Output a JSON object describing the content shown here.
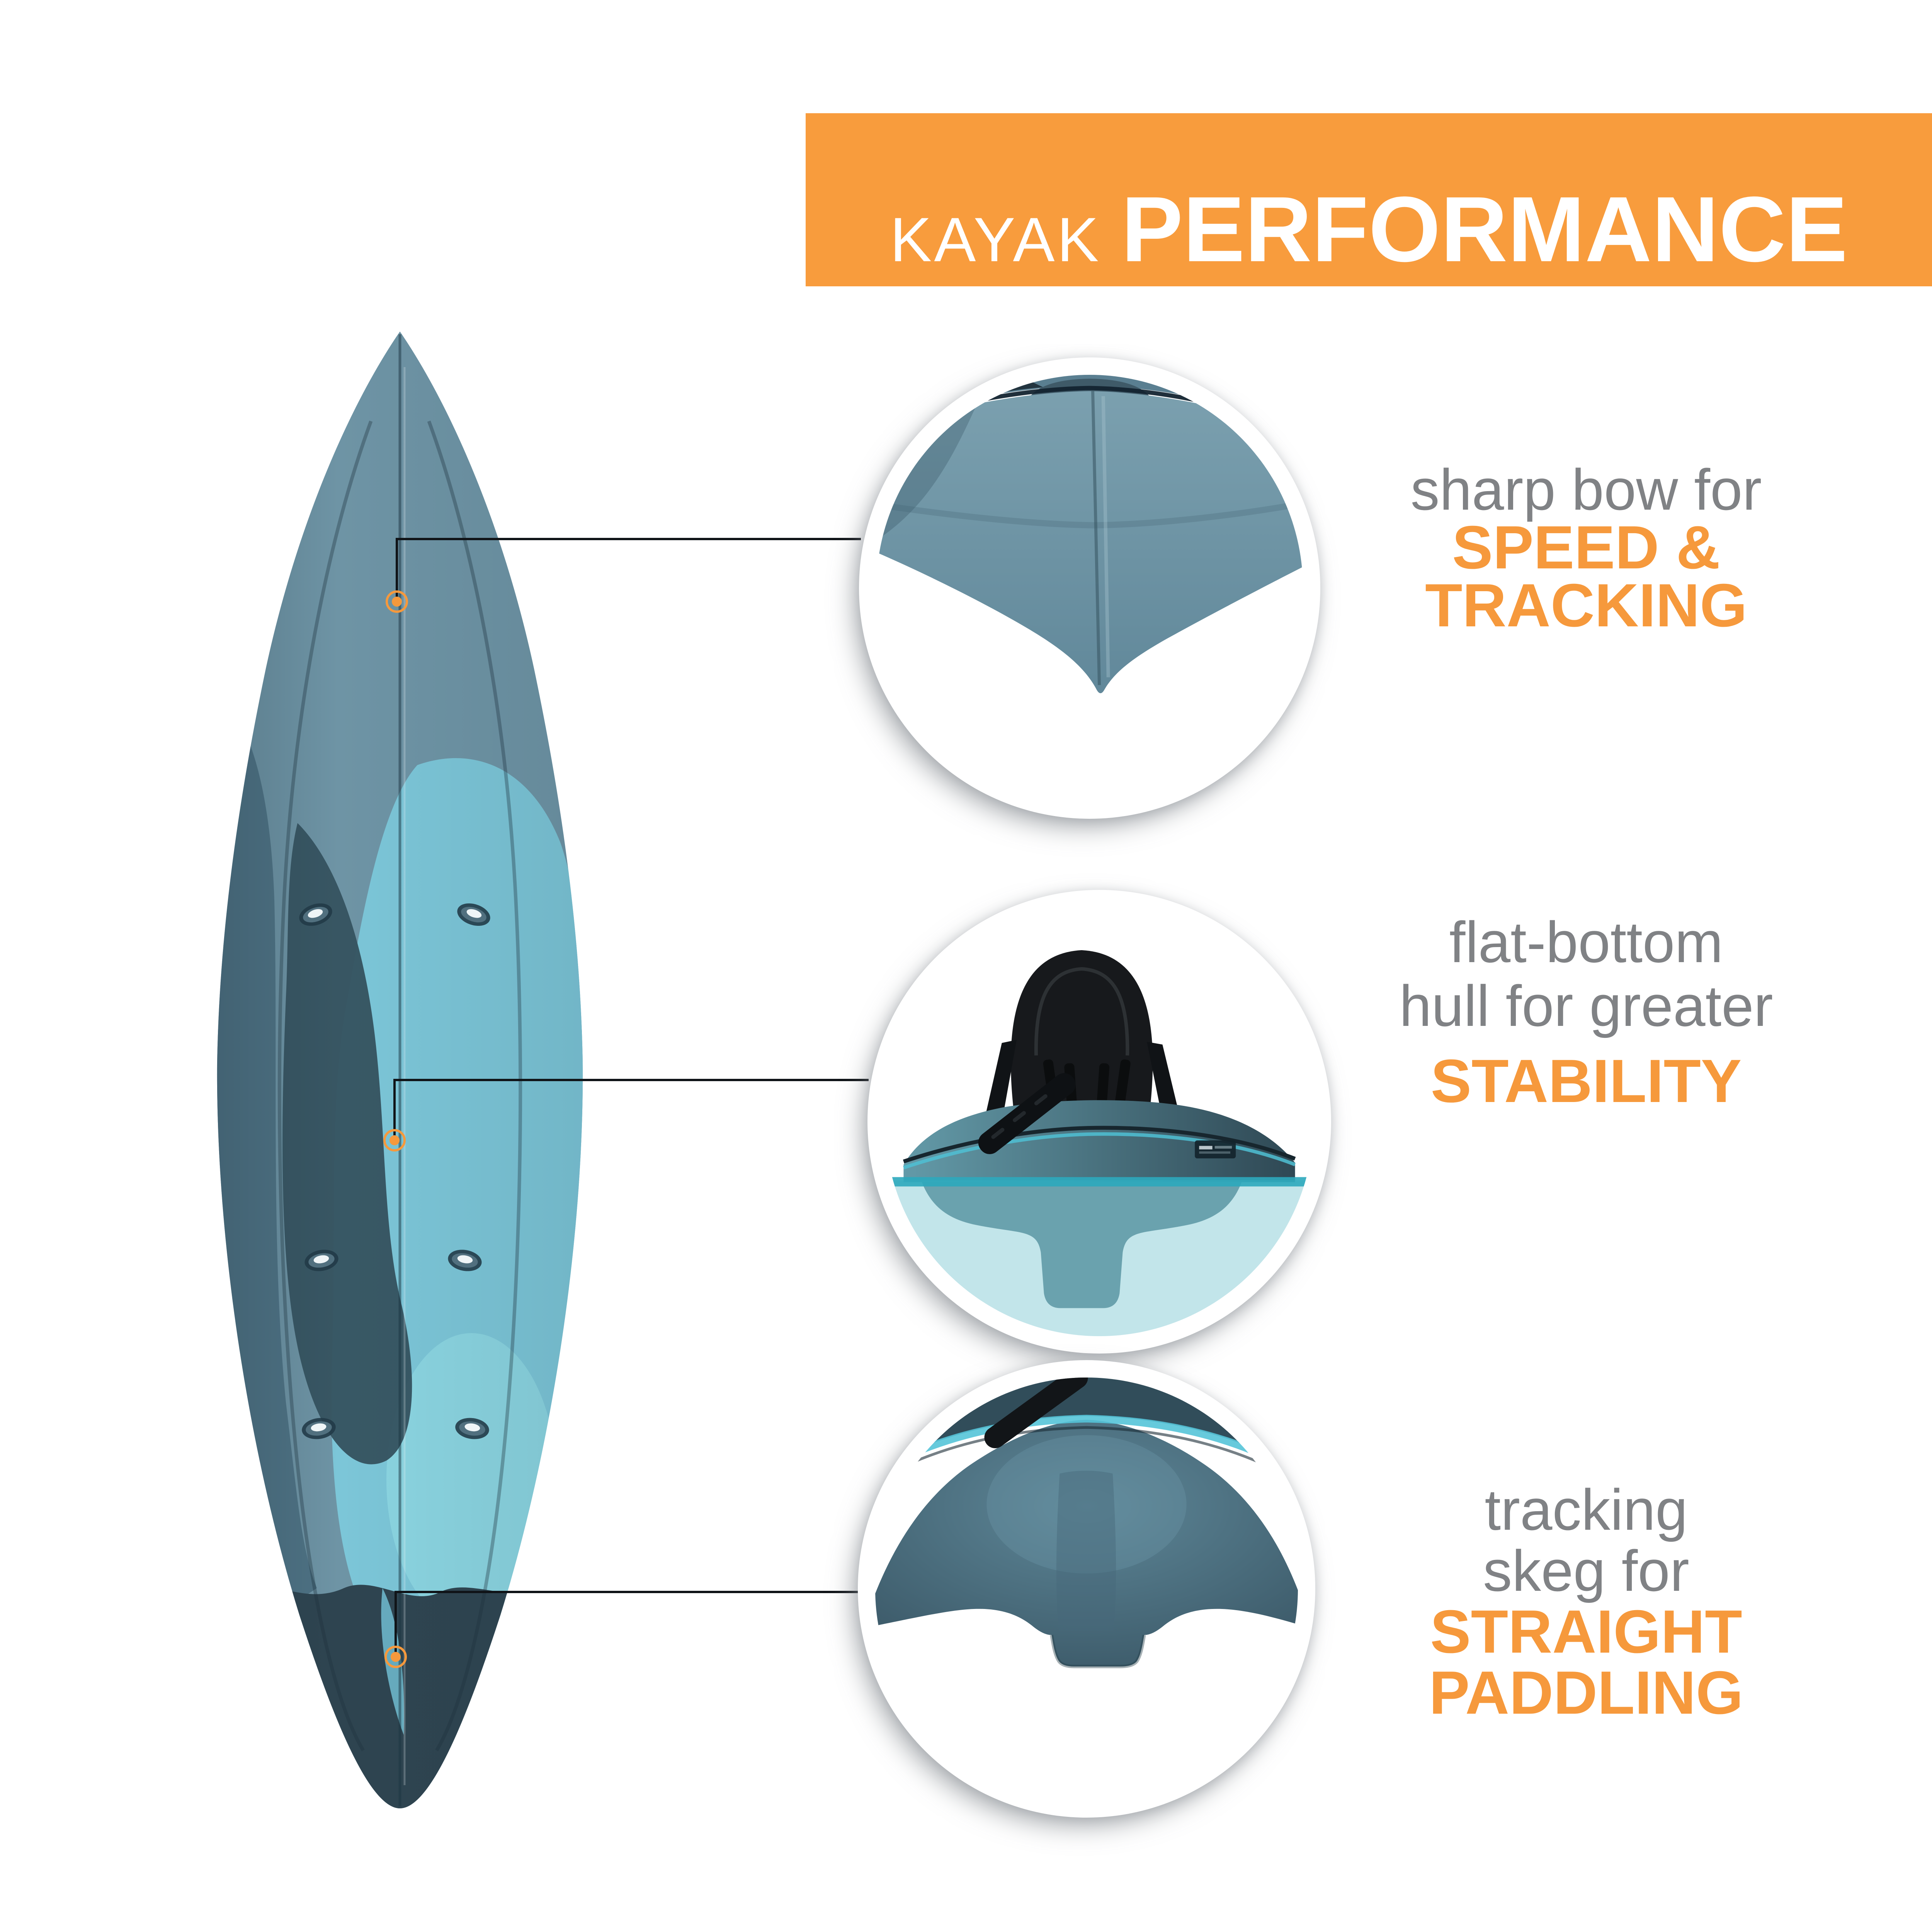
{
  "banner": {
    "kicker": "KAYAK",
    "title": "PERFORMANCE",
    "background_color": "#F89C3D",
    "text_color": "#FFFFFF"
  },
  "features": [
    {
      "id": "bow",
      "desc": [
        "sharp bow for"
      ],
      "highlight": [
        "SPEED &",
        "TRACKING"
      ]
    },
    {
      "id": "hull",
      "desc": [
        "flat-bottom",
        "hull for greater"
      ],
      "highlight": [
        "STABILITY"
      ]
    },
    {
      "id": "skeg",
      "desc": [
        "tracking",
        "skeg for"
      ],
      "highlight": [
        "STRAIGHT",
        "PADDLING"
      ]
    }
  ],
  "palette": {
    "accent_orange": "#F6993C",
    "label_gray": "#808285",
    "kayak_base_blue": "#6E94A5",
    "kayak_bright_teal": "#7CC8DA",
    "kayak_dark_slate": "#2E4450",
    "water_teal": "#A5D6DE",
    "waterline_teal": "#2CA9BD",
    "connector_line": "#101418"
  }
}
